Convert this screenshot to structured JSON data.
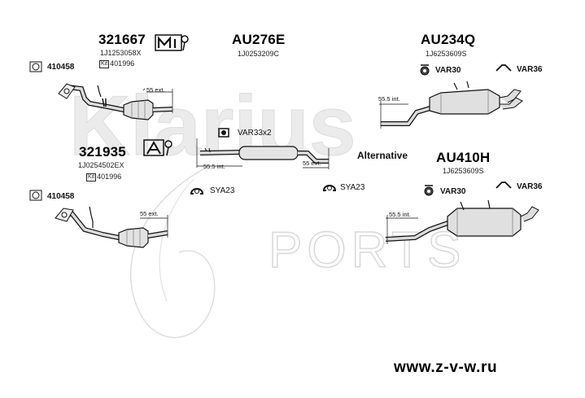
{
  "watermark": {
    "brand": "Klarius",
    "sub": "PORTS"
  },
  "groups": {
    "g1": {
      "code": "321667",
      "oem": "1J1253058X",
      "kit_tag": "Kit",
      "kit": "401996",
      "gasket": "410458",
      "dim": "55 ext."
    },
    "g2": {
      "code": "AU276E",
      "oem": "1J0253209C",
      "fitting": "VAR33x2",
      "dim_left": "55.5 int.",
      "dim_right": "55 ext."
    },
    "g3": {
      "code": "AU234Q",
      "oem": "1J6253609S",
      "rubber": "VAR30",
      "hanger": "VAR36",
      "dim": "55.5 int."
    },
    "g4": {
      "code": "321935",
      "oem": "1J0254502EX",
      "kit_tag": "Kit",
      "kit": "401996",
      "gasket": "410458",
      "dim": "55 ext.",
      "clamp": "SYA23"
    },
    "g5": {
      "alternative": "Alternative",
      "clamp": "SYA23"
    },
    "g6": {
      "code": "AU410H",
      "oem": "1J6253609S",
      "rubber": "VAR30",
      "hanger": "VAR36",
      "dim": "55.5 int."
    }
  },
  "footer": {
    "url": "www.z-v-w.ru"
  },
  "colors": {
    "ink": "#111111",
    "pipe_fill": "#d9d9d9",
    "watermark": "#e9e9e9"
  }
}
